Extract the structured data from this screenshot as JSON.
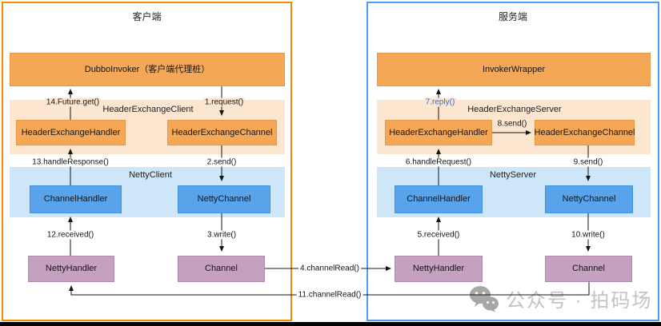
{
  "diagram": {
    "client": {
      "panel_title": "客户端",
      "invoker_box": "DubboInvoker（客户端代理桩）",
      "header_exchange": {
        "group_title": "HeaderExchangeClient",
        "handler_box": "HeaderExchangeHandler",
        "channel_box": "HeaderExchangeChannel"
      },
      "netty": {
        "group_title": "NettyClient",
        "handler_box": "ChannelHandler",
        "channel_box": "NettyChannel"
      },
      "netty_handler_box": "NettyHandler",
      "channel_box": "Channel"
    },
    "server": {
      "panel_title": "服务端",
      "invoker_box": "InvokerWrapper",
      "header_exchange": {
        "group_title": "HeaderExchangeServer",
        "handler_box": "HeaderExchangeHandler",
        "channel_box": "HeaderExchangeChannel"
      },
      "netty": {
        "group_title": "NettyServer",
        "handler_box": "ChannelHandler",
        "channel_box": "NettyChannel"
      },
      "netty_handler_box": "NettyHandler",
      "channel_box": "Channel"
    },
    "flow": {
      "s1": "1.request()",
      "s2": "2.send()",
      "s3": "3.write()",
      "s4": "4.channelRead()",
      "s5": "5.received()",
      "s6": "6.handleRequest()",
      "s7": "7.reply()",
      "s8": "8.send()",
      "s9": "9.send()",
      "s10": "10.write()",
      "s11": "11.channelRead()",
      "s12": "12.received()",
      "s13": "13.handleResponse()",
      "s14": "14.Future.get()"
    }
  },
  "watermark": {
    "icon": "wechat-icon",
    "text": "公众号 · 拍码场"
  },
  "colors": {
    "client_border": "#F28C05",
    "server_border": "#4D9DF2",
    "orange_box": "#F5A758",
    "orange_container": "#FCE6CF",
    "blue_box": "#59A3EB",
    "blue_container": "#CDE6F8",
    "purple_box": "#C6A0C0",
    "reply_label_color": "#2F6BDD",
    "watermark_color": "#C3C3C3"
  }
}
